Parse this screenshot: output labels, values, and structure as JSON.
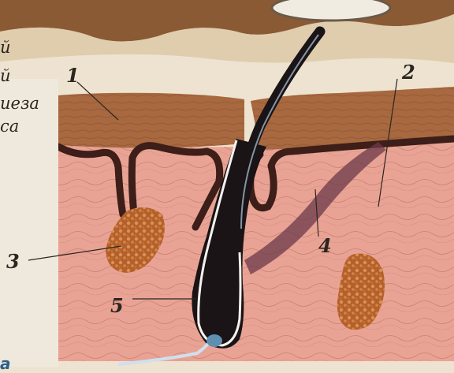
{
  "side_text": [
    "й",
    "й",
    "иеза",
    "са"
  ],
  "bottom_text": "а",
  "labels": [
    "1",
    "2",
    "3",
    "4",
    "5"
  ]
}
